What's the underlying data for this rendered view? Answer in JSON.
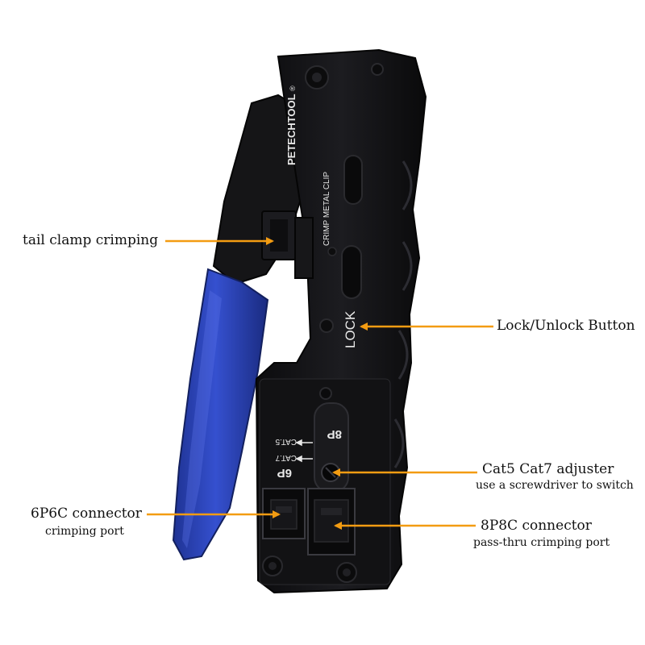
{
  "colors": {
    "arrow": "#f39c12",
    "handle_blue": "#2b44b8",
    "tool_black": "#141416"
  },
  "tool": {
    "brand": "PETECHTOOL",
    "brand_mark": "®",
    "crimp_text": "CRIMP METAL CLIP",
    "lock_text": "LOCK",
    "cat5_text": "CAT.5",
    "cat7_text": "CAT.7",
    "port_6p": "6P",
    "port_8p": "8P"
  },
  "callouts": {
    "tail_clamp": {
      "title": "tail clamp crimping"
    },
    "lock": {
      "title": "Lock/Unlock Button"
    },
    "cat_adjuster": {
      "title": "Cat5 Cat7 adjuster",
      "subtitle": "use a screwdriver to switch"
    },
    "port_6p6c": {
      "title": "6P6C connector",
      "subtitle": "crimping port"
    },
    "port_8p8c": {
      "title": "8P8C connector",
      "subtitle": "pass-thru crimping port"
    }
  }
}
